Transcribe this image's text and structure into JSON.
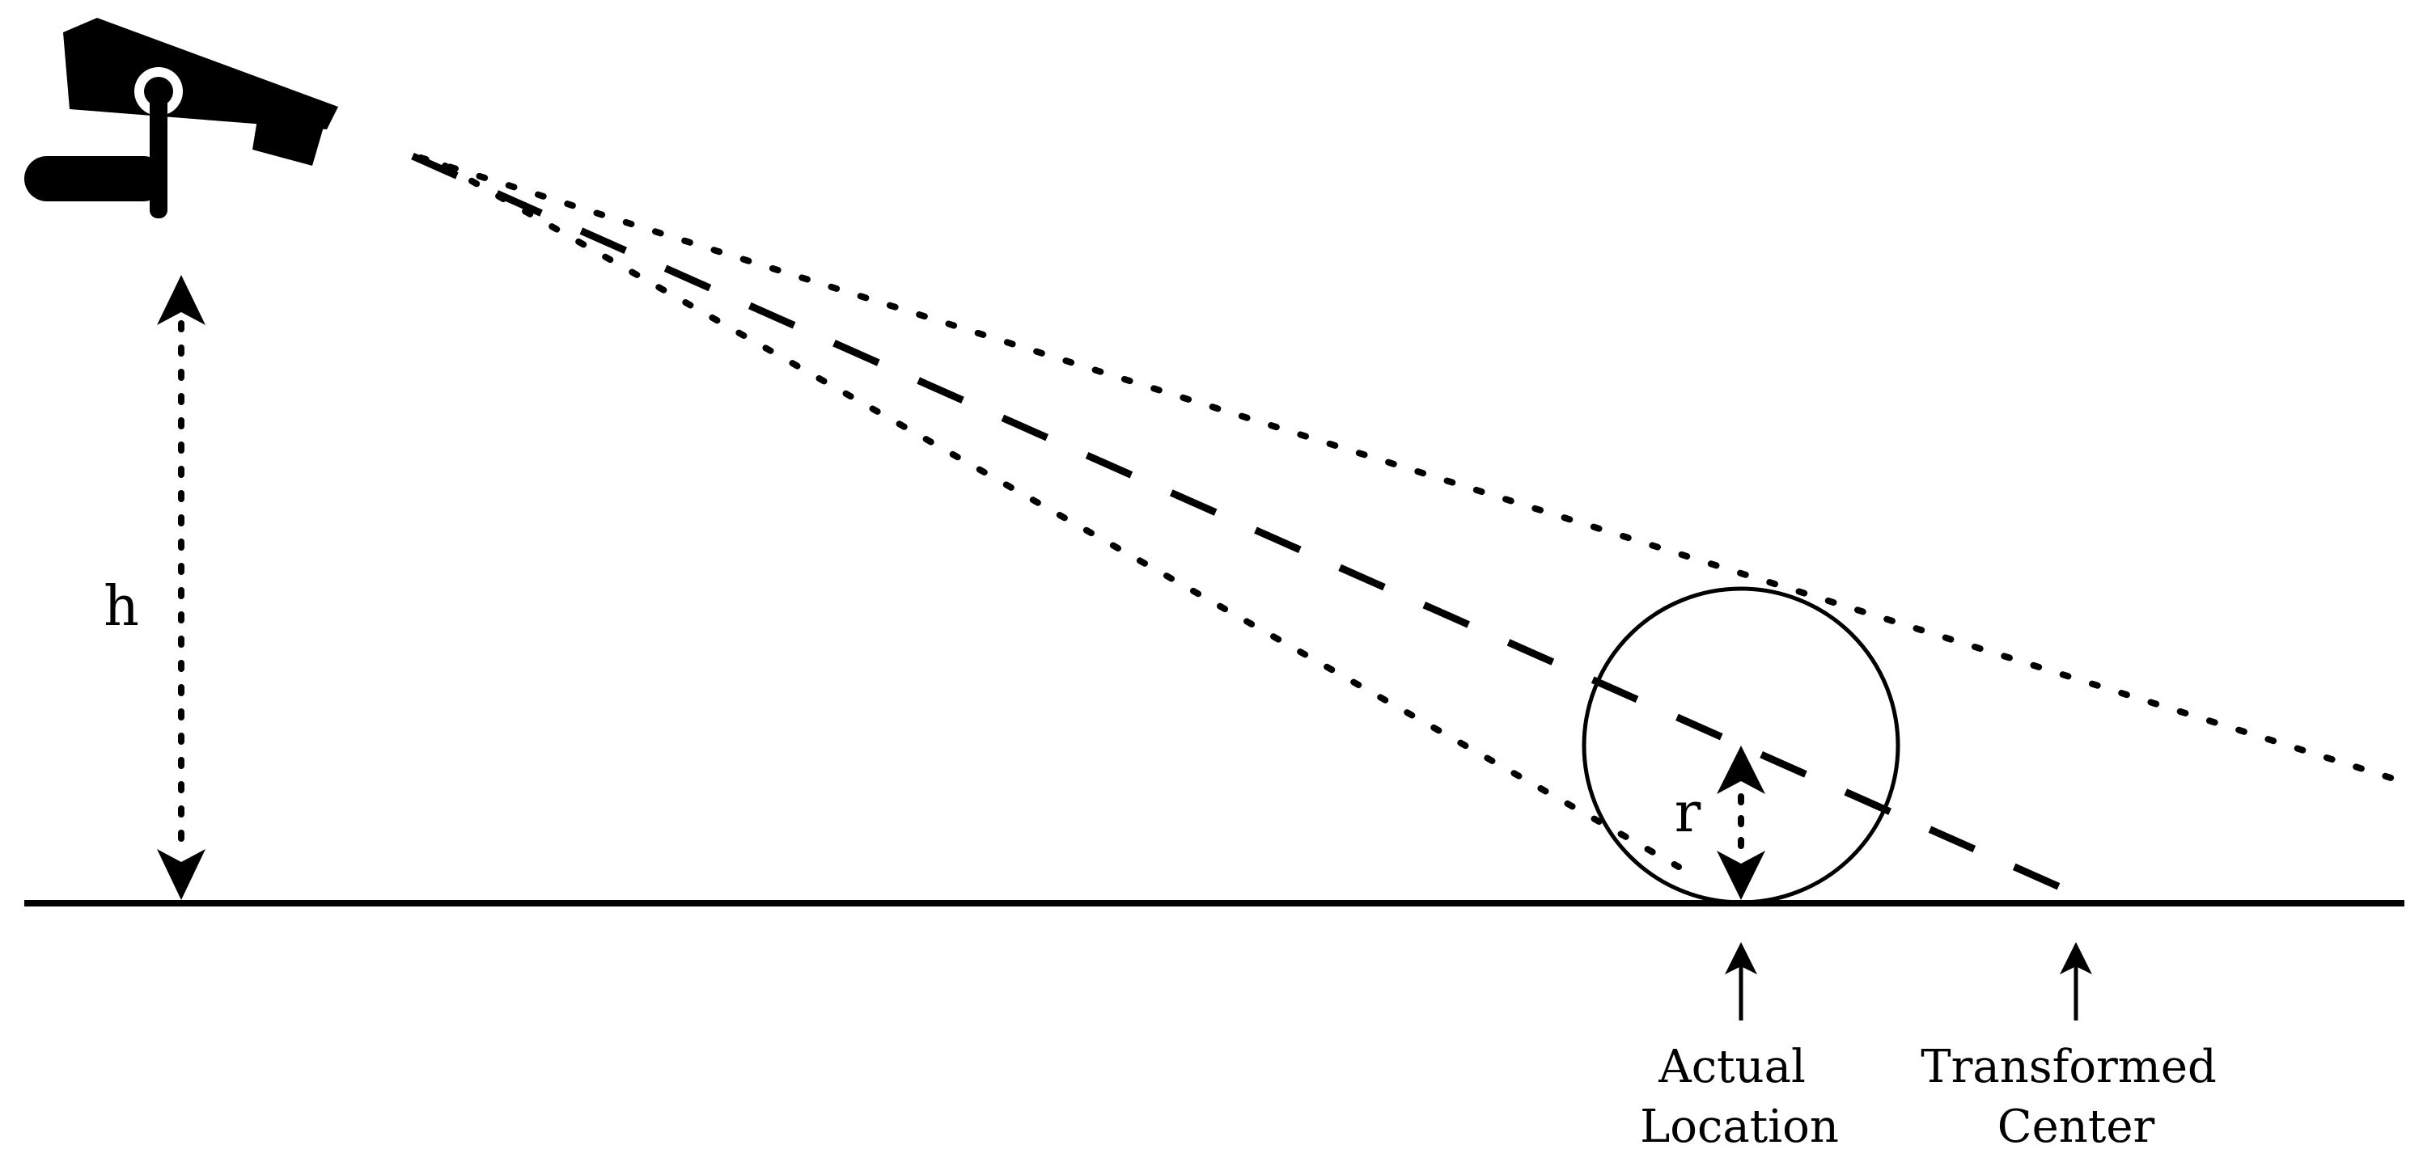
{
  "diagram": {
    "labels": {
      "height": "h",
      "radius": "r",
      "actual_location": [
        "Actual",
        "Location"
      ],
      "transformed_center": [
        "Transformed",
        "Center"
      ]
    },
    "icons": {
      "camera": "security-camera-icon"
    },
    "colors": {
      "stroke": "#000000",
      "background": "#ffffff"
    }
  }
}
